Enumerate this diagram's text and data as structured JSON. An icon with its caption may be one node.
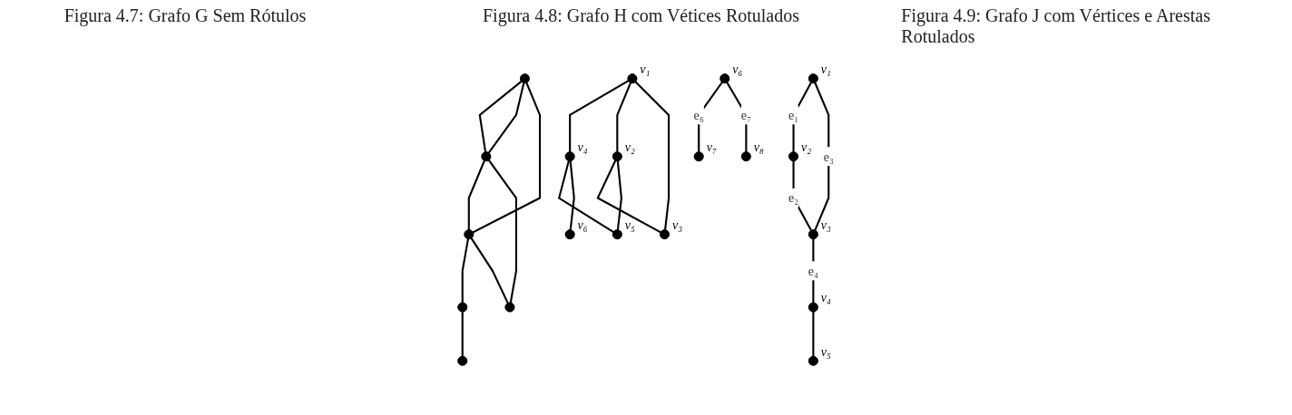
{
  "diagram": {
    "nodes": [
      {
        "text": [],
        "shape": "circle"
      },
      {
        "text": [],
        "shape": "circle"
      },
      {
        "text": [],
        "shape": "circle"
      },
      {
        "text": [],
        "shape": "circle"
      },
      {
        "text": [],
        "shape": "circle"
      },
      {
        "text": [],
        "shape": "circle"
      },
      {
        "text": [],
        "shape": "circle",
        "beside": [
          "v₁"
        ]
      },
      {
        "text": [],
        "shape": "circle",
        "beside": [
          "v₂"
        ]
      },
      {
        "text": [],
        "shape": "circle",
        "beside": [
          "v₃"
        ]
      },
      {
        "text": [],
        "shape": "circle",
        "beside": [
          "v₄"
        ]
      },
      {
        "text": [],
        "shape": "circle",
        "beside": [
          "v₅"
        ]
      },
      {
        "text": [],
        "shape": "circle",
        "beside": [
          "v₆"
        ]
      },
      {
        "text": [],
        "shape": "circle",
        "beside": [
          "v₁"
        ]
      },
      {
        "text": [],
        "shape": "circle",
        "beside": [
          "v₂"
        ]
      },
      {
        "text": [],
        "shape": "circle",
        "beside": [
          "v₃"
        ]
      },
      {
        "text": [],
        "shape": "circle",
        "beside": [
          "v₄"
        ]
      },
      {
        "text": [],
        "shape": "circle",
        "beside": [
          "v₅"
        ]
      },
      {
        "text": [],
        "shape": "circle",
        "beside": [
          "v₆"
        ]
      },
      {
        "text": [],
        "shape": "circle",
        "beside": [
          "v₇"
        ]
      },
      {
        "text": [],
        "shape": "circle",
        "beside": [
          "v₈"
        ]
      }
    ],
    "edges": [
      {
        "from": 0,
        "to": 1,
        "arrow": "none"
      },
      {
        "from": 0,
        "to": 1,
        "arrow": "none"
      },
      {
        "from": 0,
        "to": 2,
        "arrow": "none"
      },
      {
        "from": 2,
        "to": 4,
        "arrow": "none"
      },
      {
        "from": 4,
        "to": 5,
        "arrow": "none"
      },
      {
        "from": 1,
        "to": 2,
        "arrow": "none"
      },
      {
        "from": 2,
        "to": 3,
        "arrow": "none"
      },
      {
        "from": 1,
        "to": 3,
        "arrow": "none"
      },
      {
        "from": 6,
        "to": 9,
        "arrow": "none"
      },
      {
        "from": 6,
        "to": 7,
        "arrow": "none"
      },
      {
        "from": 6,
        "to": 8,
        "arrow": "none"
      },
      {
        "from": 7,
        "to": 8,
        "arrow": "none"
      },
      {
        "from": 7,
        "to": 10,
        "arrow": "none"
      },
      {
        "from": 9,
        "to": 10,
        "arrow": "none"
      },
      {
        "from": 9,
        "to": 11,
        "arrow": "none"
      },
      {
        "from": 12,
        "to": 13,
        "label": "e₁",
        "arrow": "none"
      },
      {
        "from": 13,
        "to": 14,
        "label": "e₂",
        "arrow": "none"
      },
      {
        "from": 12,
        "to": 14,
        "label": "e₃",
        "arrow": "none"
      },
      {
        "from": 14,
        "to": 15,
        "label": "e₄",
        "arrow": "none"
      },
      {
        "from": 15,
        "to": 16,
        "arrow": "none"
      },
      {
        "from": 17,
        "to": 18,
        "label": "e₆",
        "arrow": "none"
      },
      {
        "from": 17,
        "to": 19,
        "label": "e₇",
        "arrow": "none"
      }
    ],
    "labels": [
      "Figura 4.7: Grafo G Sem Rótulos",
      "Figura 4.8: Grafo H com Vétices Rotulados",
      "Figura 4.9: Grafo J com Vértices e Arestas Rotulados"
    ]
  }
}
